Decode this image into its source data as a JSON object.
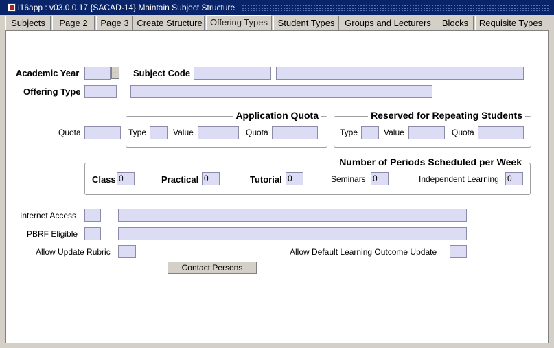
{
  "window": {
    "title": "i16app : v03.0.0.17  {SACAD-14} Maintain Subject Structure"
  },
  "tabs": [
    {
      "label": "Subjects"
    },
    {
      "label": "Page 2"
    },
    {
      "label": "Page 3"
    },
    {
      "label": "Create Structure"
    },
    {
      "label": "Offering Types"
    },
    {
      "label": "Student Types"
    },
    {
      "label": "Groups and Lecturers"
    },
    {
      "label": "Blocks"
    },
    {
      "label": "Requisite Types"
    }
  ],
  "active_tab": "Offering Types",
  "form": {
    "academic_year_label": "Academic Year",
    "academic_year_lookup": "...",
    "subject_code_label": "Subject Code",
    "offering_type_label": "Offering Type",
    "quota_label": "Quota",
    "application_quota": {
      "title": "Application Quota",
      "type_label": "Type",
      "value_label": "Value",
      "quota_label": "Quota"
    },
    "repeating": {
      "title": "Reserved for Repeating Students",
      "type_label": "Type",
      "value_label": "Value",
      "quota_label": "Quota"
    },
    "periods": {
      "title": "Number of Periods Scheduled per Week",
      "class_label": "Class",
      "class_value": "0",
      "practical_label": "Practical",
      "practical_value": "0",
      "tutorial_label": "Tutorial",
      "tutorial_value": "0",
      "seminars_label": "Seminars",
      "seminars_value": "0",
      "independent_label": "Independent Learning",
      "independent_value": "0"
    },
    "internet_access_label": "Internet Access",
    "pbrf_label": "PBRF Eligible",
    "allow_update_rubric_label": "Allow Update Rubric",
    "allow_default_lo_label": "Allow Default Learning Outcome Update",
    "contact_persons_button": "Contact Persons"
  },
  "colors": {
    "titlebar": "#0a246a",
    "field_bg": "#dcdcf4",
    "chrome": "#d4d0c8"
  }
}
